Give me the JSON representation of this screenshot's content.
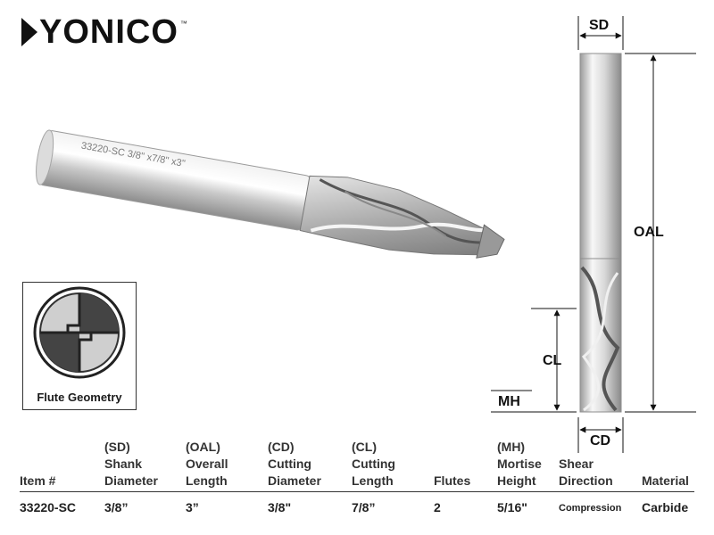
{
  "brand": {
    "name": "YONICO",
    "tm": "™"
  },
  "product": {
    "shank_engraving": "33220-SC 3/8\" x7/8\" x3\""
  },
  "flute_geometry": {
    "caption": "Flute Geometry"
  },
  "dimensions": {
    "sd": "SD",
    "oal": "OAL",
    "cl": "CL",
    "mh": "MH",
    "cd": "CD"
  },
  "table": {
    "headers": [
      {
        "abbr": "",
        "l1": "",
        "l2": "Item #"
      },
      {
        "abbr": "(SD)",
        "l1": "Shank",
        "l2": "Diameter"
      },
      {
        "abbr": "(OAL)",
        "l1": "Overall",
        "l2": "Length"
      },
      {
        "abbr": "(CD)",
        "l1": "Cutting",
        "l2": "Diameter"
      },
      {
        "abbr": "(CL)",
        "l1": "Cutting",
        "l2": "Length"
      },
      {
        "abbr": "",
        "l1": "",
        "l2": "Flutes"
      },
      {
        "abbr": "(MH)",
        "l1": "Mortise",
        "l2": "Height"
      },
      {
        "abbr": "",
        "l1": "Shear",
        "l2": "Direction"
      },
      {
        "abbr": "",
        "l1": "",
        "l2": "Material"
      }
    ],
    "row": [
      "33220-SC",
      "3/8”",
      "3”",
      "3/8\"",
      "7/8”",
      "2",
      "5/16\"",
      "Compression",
      "Carbide"
    ]
  }
}
